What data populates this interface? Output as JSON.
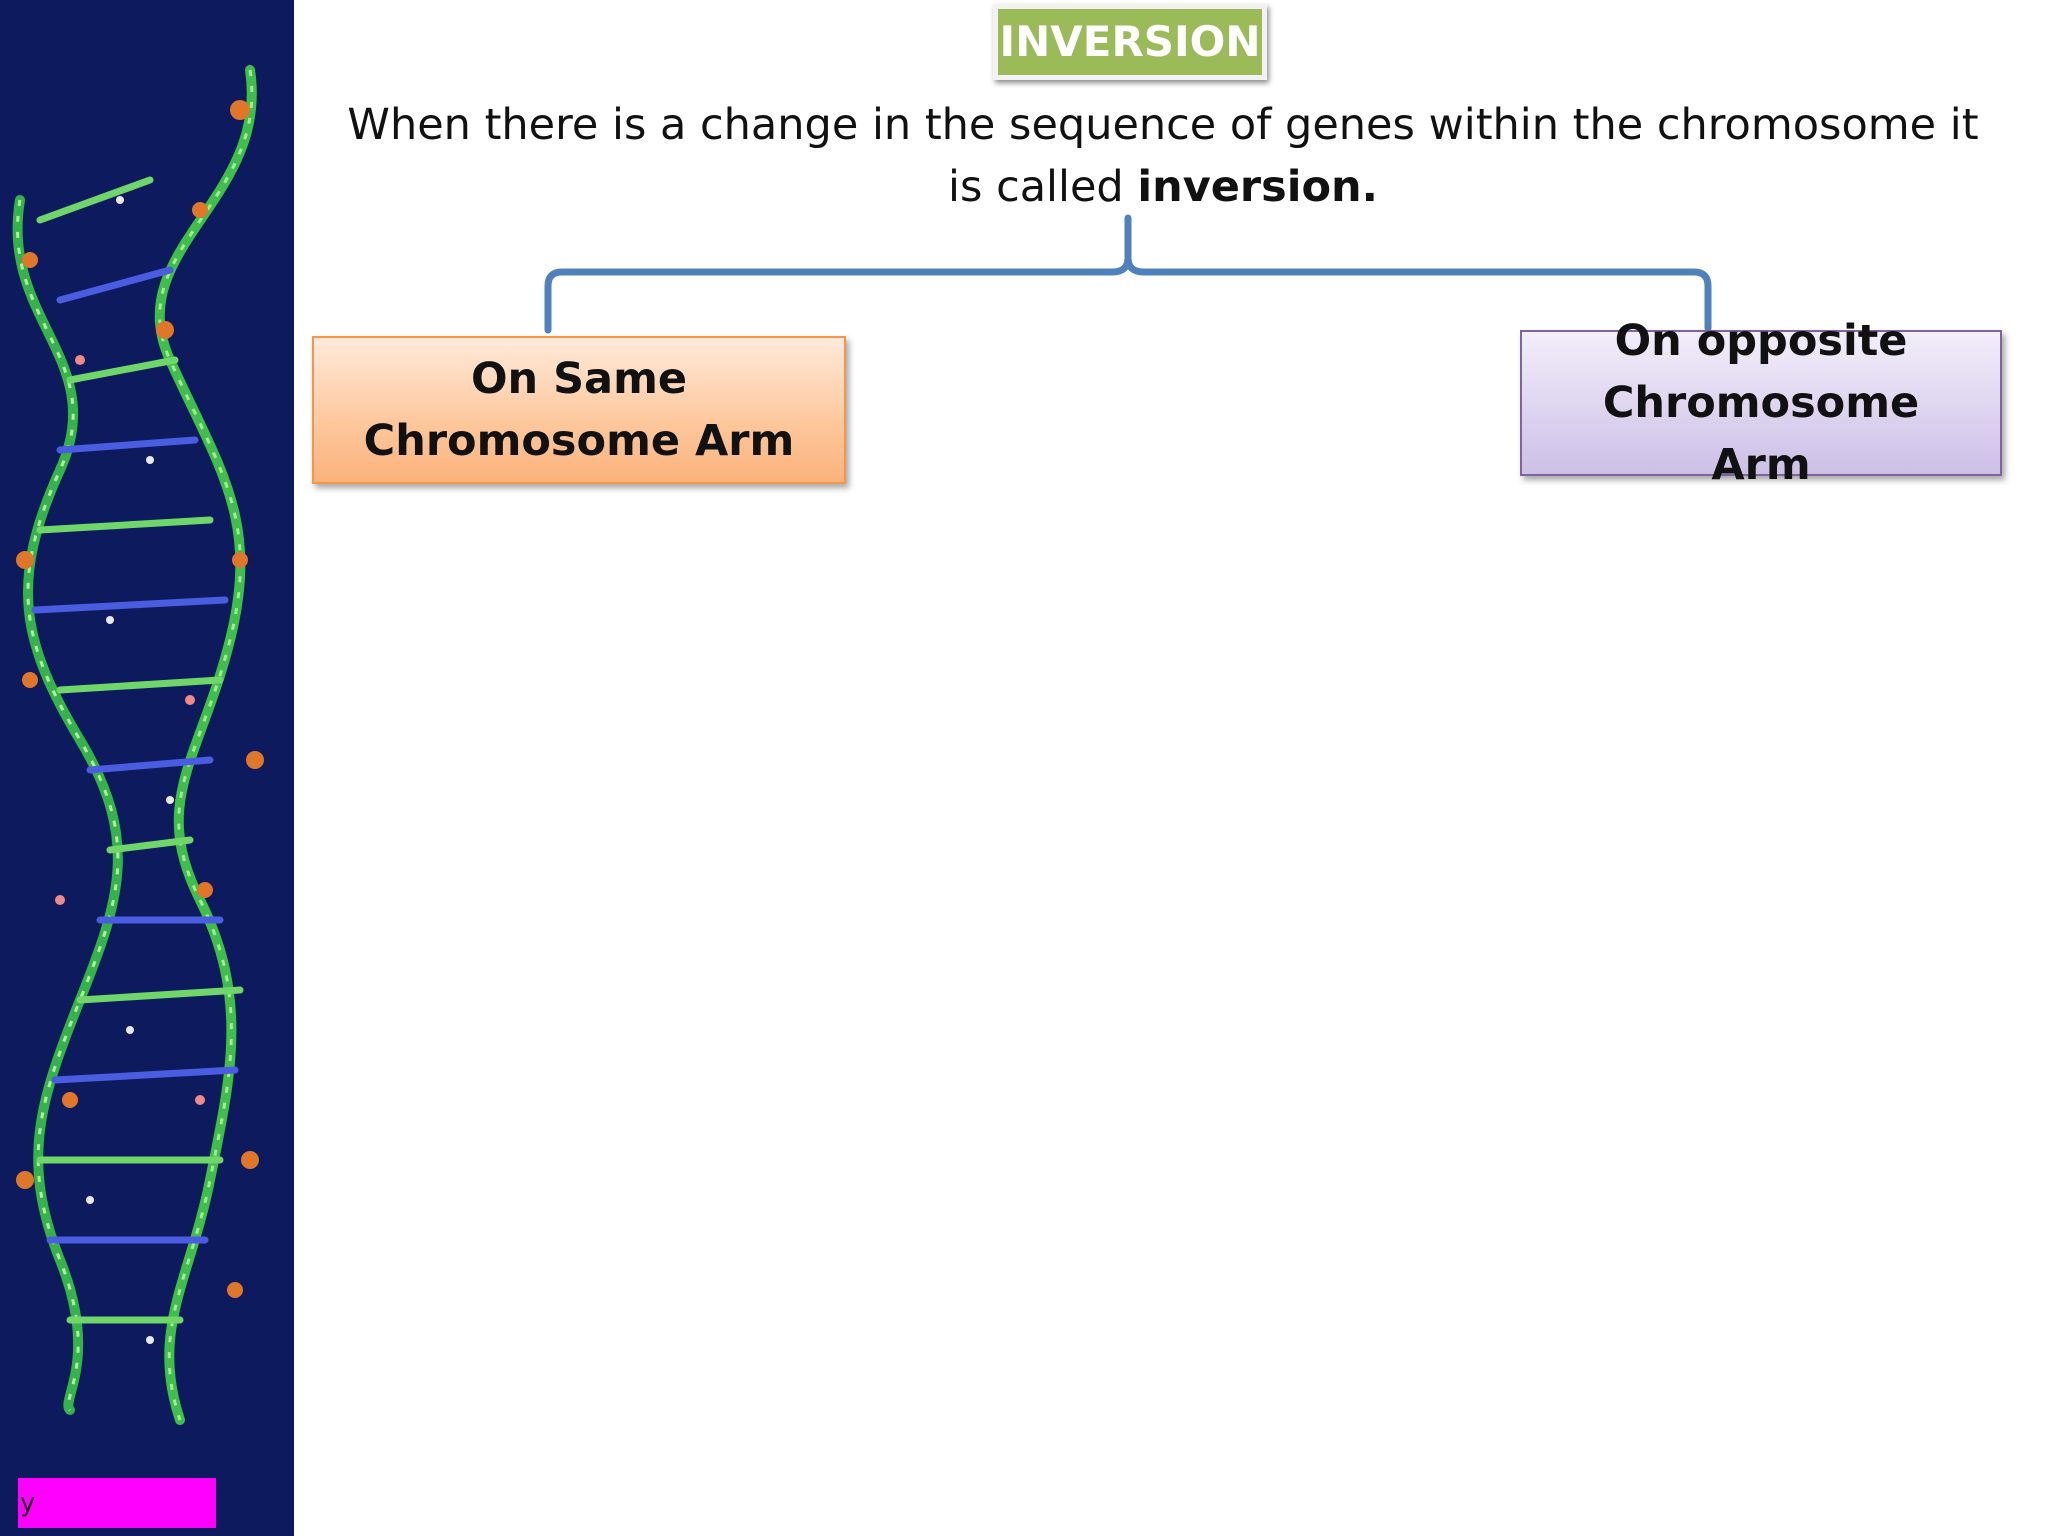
{
  "slide": {
    "title": "INVERSION",
    "definition_text": "When there is a change in the sequence of genes within the chromosome it is called",
    "definition_bold": "inversion.",
    "branches": [
      {
        "label": "On Same Chromosome Arm"
      },
      {
        "label": "On opposite Chromosome Arm"
      }
    ],
    "footer_tag": "y"
  },
  "colors": {
    "sidebar": "#0d1b5e",
    "title_fill": "#9bbb59",
    "left_box_border": "#f79646",
    "right_box_border": "#8064a2",
    "brace": "#4f81bd",
    "footer_tag": "#ff00ff"
  },
  "icons": {
    "sidebar_art": "dna-double-helix-molecular-model"
  }
}
